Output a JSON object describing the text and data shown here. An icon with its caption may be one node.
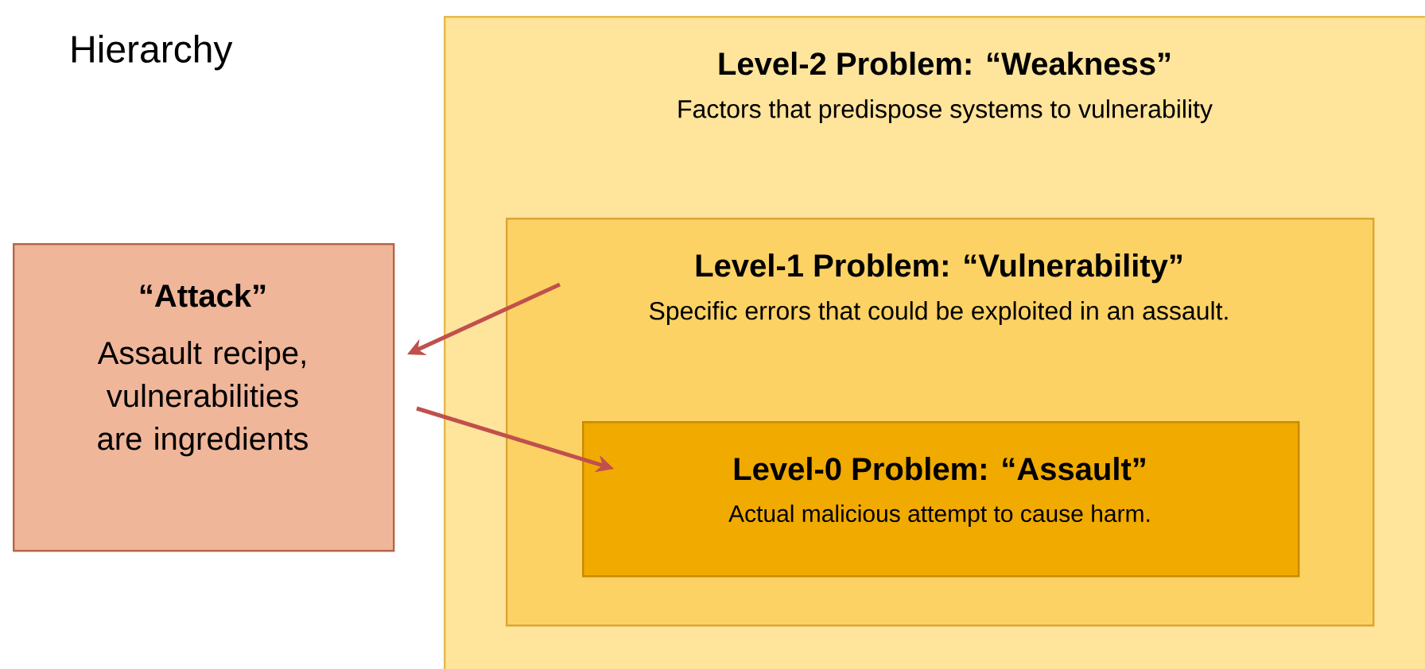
{
  "diagram": {
    "nodes": [
      {
        "text": [
          "Level-2 Problem: “Weakness”",
          "Factors that predispose systems to vulnerability"
        ]
      },
      {
        "text": [
          "Level-1 Problem: “Vulnerability”",
          "Specific errors that could be exploited in an assault."
        ],
        "in": 0
      },
      {
        "text": [
          "Level-0 Problem: “Assault”",
          "Actual malicious attempt to cause harm."
        ],
        "in": 1
      },
      {
        "text": [
          "“Attack”",
          "Assault recipe, vulnerabilities are ingredients"
        ]
      }
    ],
    "edges": [
      {
        "from": 1,
        "to": 3,
        "arrow": "to"
      },
      {
        "from": 3,
        "to": 2,
        "arrow": "to"
      }
    ],
    "labels": [
      "Hierarchy"
    ]
  }
}
